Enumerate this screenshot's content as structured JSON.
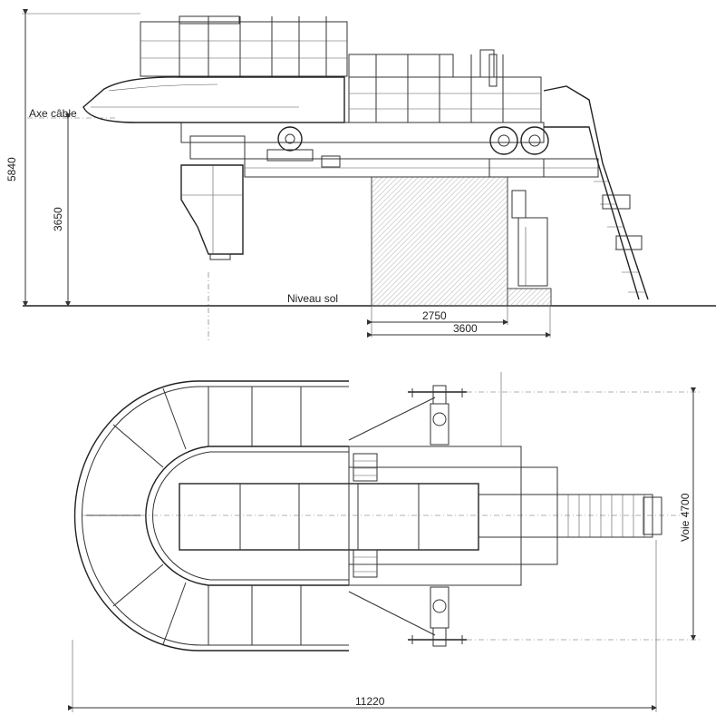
{
  "labels": {
    "cable_axis": "Axe câble",
    "ground_level": "Niveau sol",
    "track": "Voie 4700"
  },
  "dimensions": {
    "total_height": "5840",
    "cable_height": "3650",
    "foundation_width": "2750",
    "base_width": "3600",
    "total_length": "11220"
  }
}
